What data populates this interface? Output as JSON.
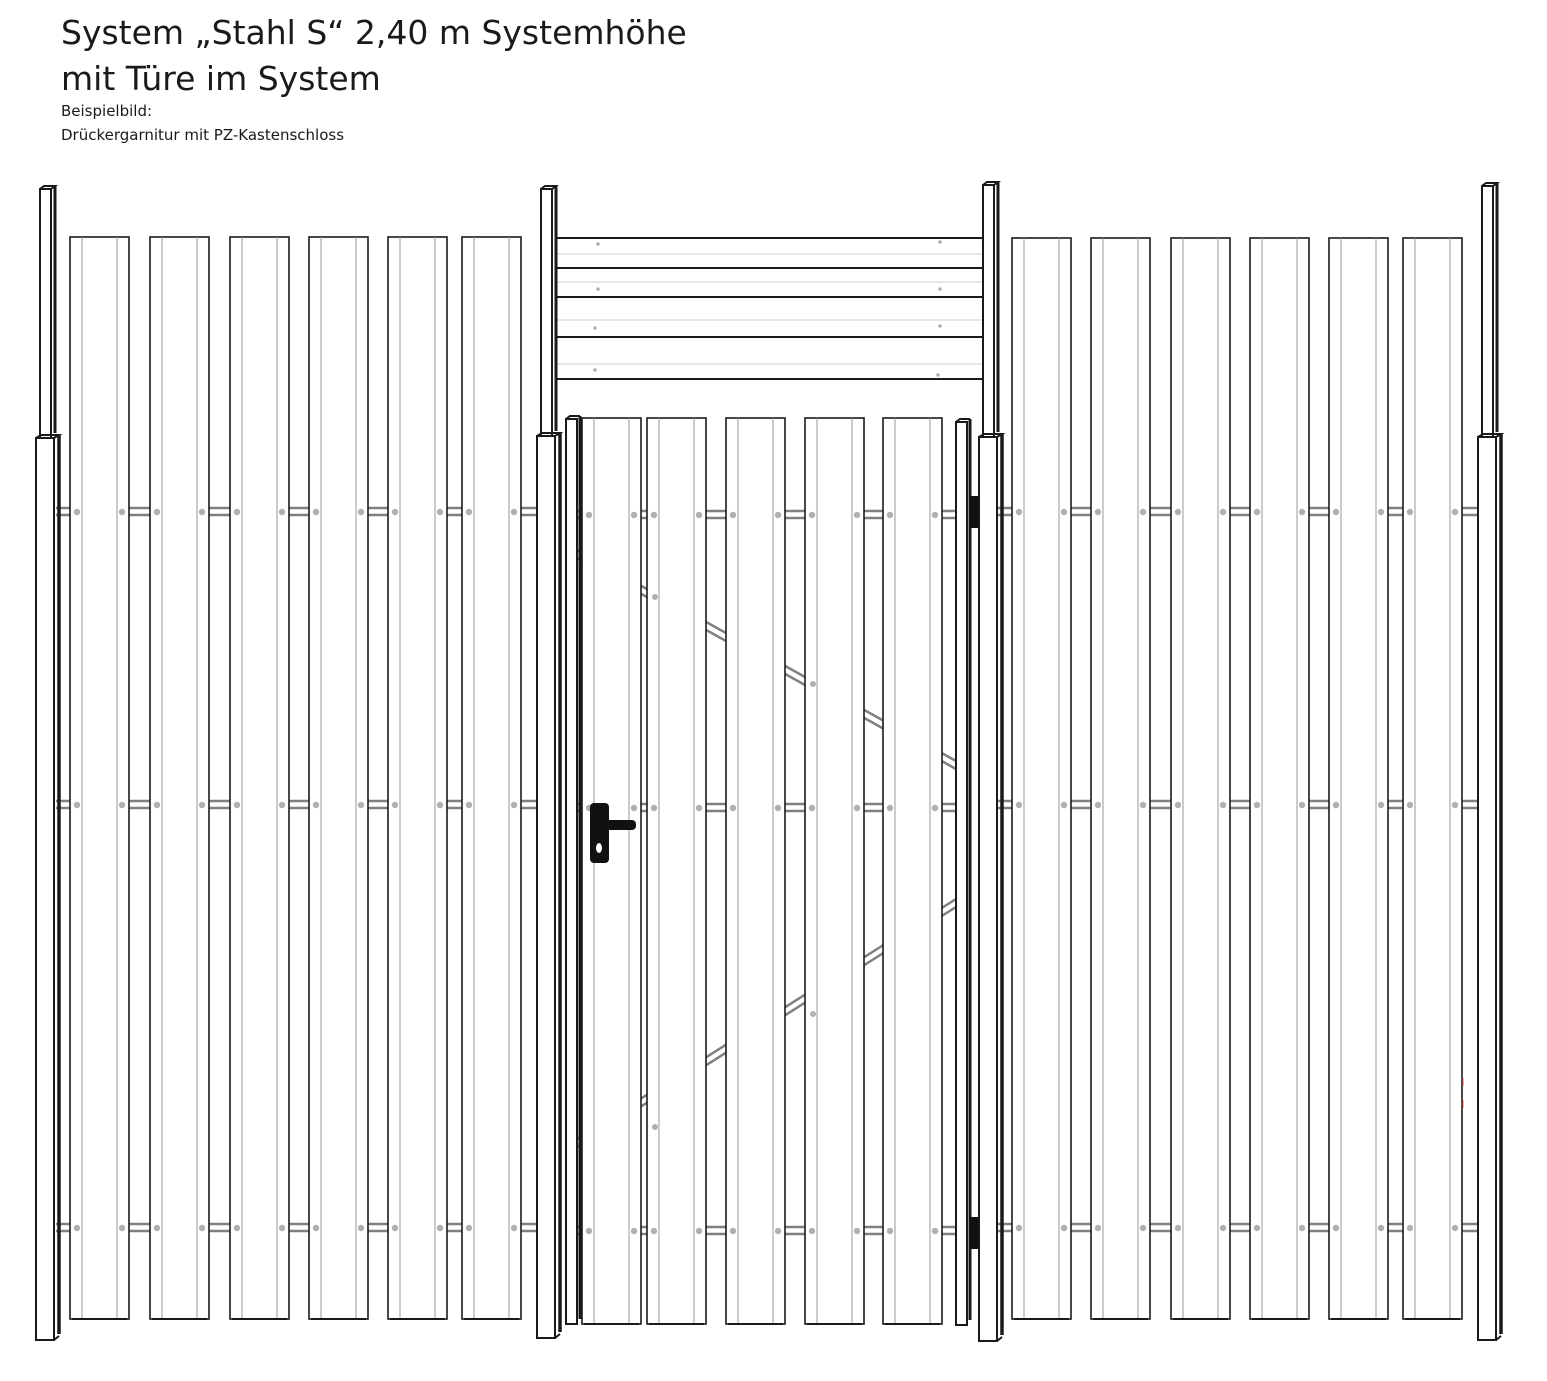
{
  "title": {
    "line1": "System „Stahl S“ 2,40  m Systemhöhe",
    "line2": "mit Türe im System"
  },
  "caption": {
    "label": "Beispielbild:",
    "text": "Drückergarnitur mit PZ-Kastenschloss"
  },
  "colors": {
    "stroke": "#1a1a1a",
    "rail": "#808080",
    "dot": "#b0b0b0",
    "hardware": "#111111"
  },
  "icons": [
    "door-handle-icon",
    "door-hinge-icon"
  ]
}
